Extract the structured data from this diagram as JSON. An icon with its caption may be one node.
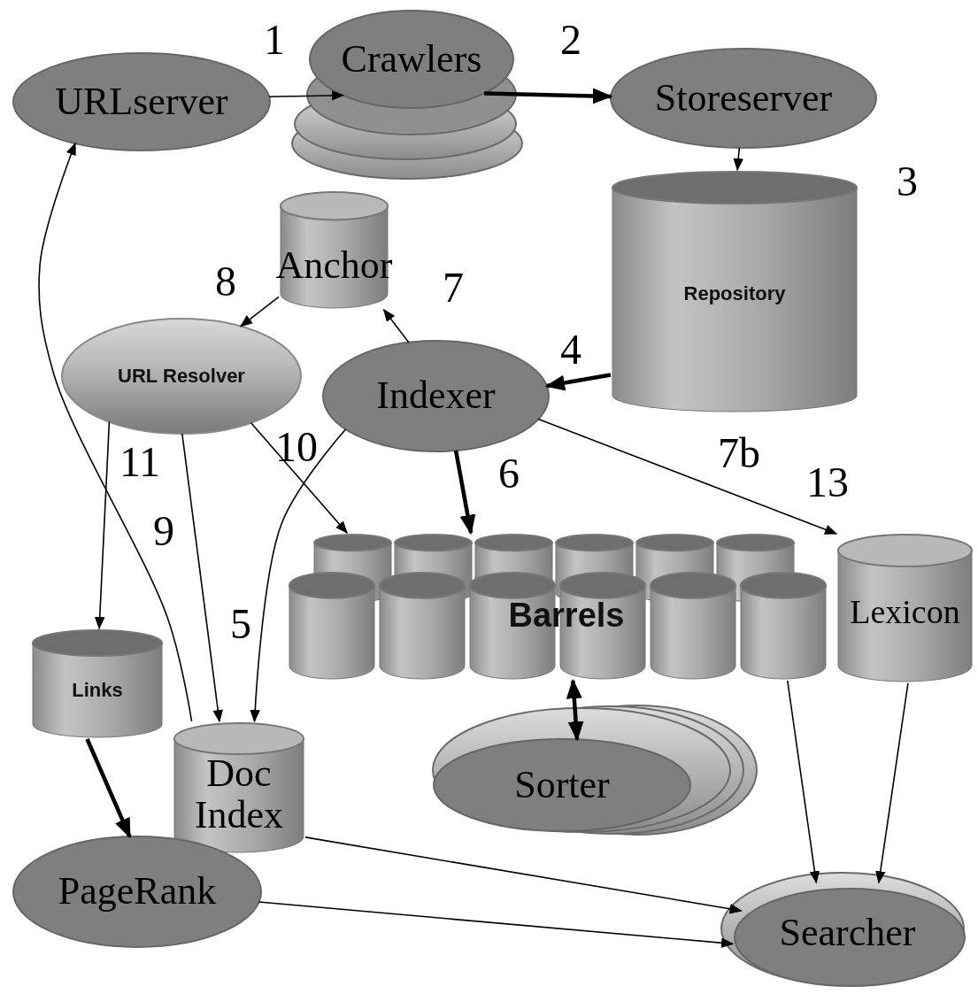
{
  "diagram": {
    "nodes": [
      {
        "text": [
          "URLserver"
        ]
      },
      {
        "text": [
          "Crawlers"
        ]
      },
      {
        "text": [
          "Storeserver"
        ]
      },
      {
        "text": [
          "Repository"
        ]
      },
      {
        "text": [
          "Anchor"
        ]
      },
      {
        "text": [
          "URL Resolver"
        ]
      },
      {
        "text": [
          "Indexer"
        ]
      },
      {
        "text": [
          "Barrels"
        ]
      },
      {
        "text": [
          "Lexicon"
        ]
      },
      {
        "text": [
          "Links"
        ]
      },
      {
        "text": [
          "Doc Index"
        ]
      },
      {
        "text": [
          "Sorter"
        ]
      },
      {
        "text": [
          "PageRank"
        ]
      },
      {
        "text": [
          "Searcher"
        ]
      }
    ],
    "edges": [
      {
        "from": 0,
        "to": 1,
        "arrow": "to"
      },
      {
        "from": 1,
        "to": 2,
        "arrow": "to",
        "style": "thick"
      },
      {
        "from": 2,
        "to": 3,
        "arrow": "to"
      },
      {
        "from": 3,
        "to": 6,
        "arrow": "to",
        "style": "thick"
      },
      {
        "from": 6,
        "to": 4,
        "arrow": "to"
      },
      {
        "from": 4,
        "to": 5,
        "arrow": "to"
      },
      {
        "from": 5,
        "to": 9,
        "arrow": "to"
      },
      {
        "from": 5,
        "to": 10,
        "arrow": "to"
      },
      {
        "from": 5,
        "to": 7,
        "arrow": "to"
      },
      {
        "from": 6,
        "to": 10,
        "arrow": "to"
      },
      {
        "from": 6,
        "to": 7,
        "arrow": "to",
        "style": "thick"
      },
      {
        "from": 6,
        "to": 8,
        "arrow": "to"
      },
      {
        "from": 9,
        "to": 12,
        "arrow": "to",
        "style": "thick"
      },
      {
        "from": 10,
        "to": 0,
        "arrow": "to"
      },
      {
        "from": 11,
        "to": 7,
        "arrow": "both",
        "style": "thick"
      },
      {
        "from": 7,
        "to": 13,
        "arrow": "to"
      },
      {
        "from": 8,
        "to": 13,
        "arrow": "to"
      },
      {
        "from": 10,
        "to": 13,
        "arrow": "to"
      },
      {
        "from": 12,
        "to": 13,
        "arrow": "to"
      }
    ],
    "labels": [
      "1",
      "2",
      "3",
      "8",
      "7",
      "4",
      "11",
      "10",
      "6",
      "7b",
      "13",
      "9",
      "5"
    ]
  }
}
